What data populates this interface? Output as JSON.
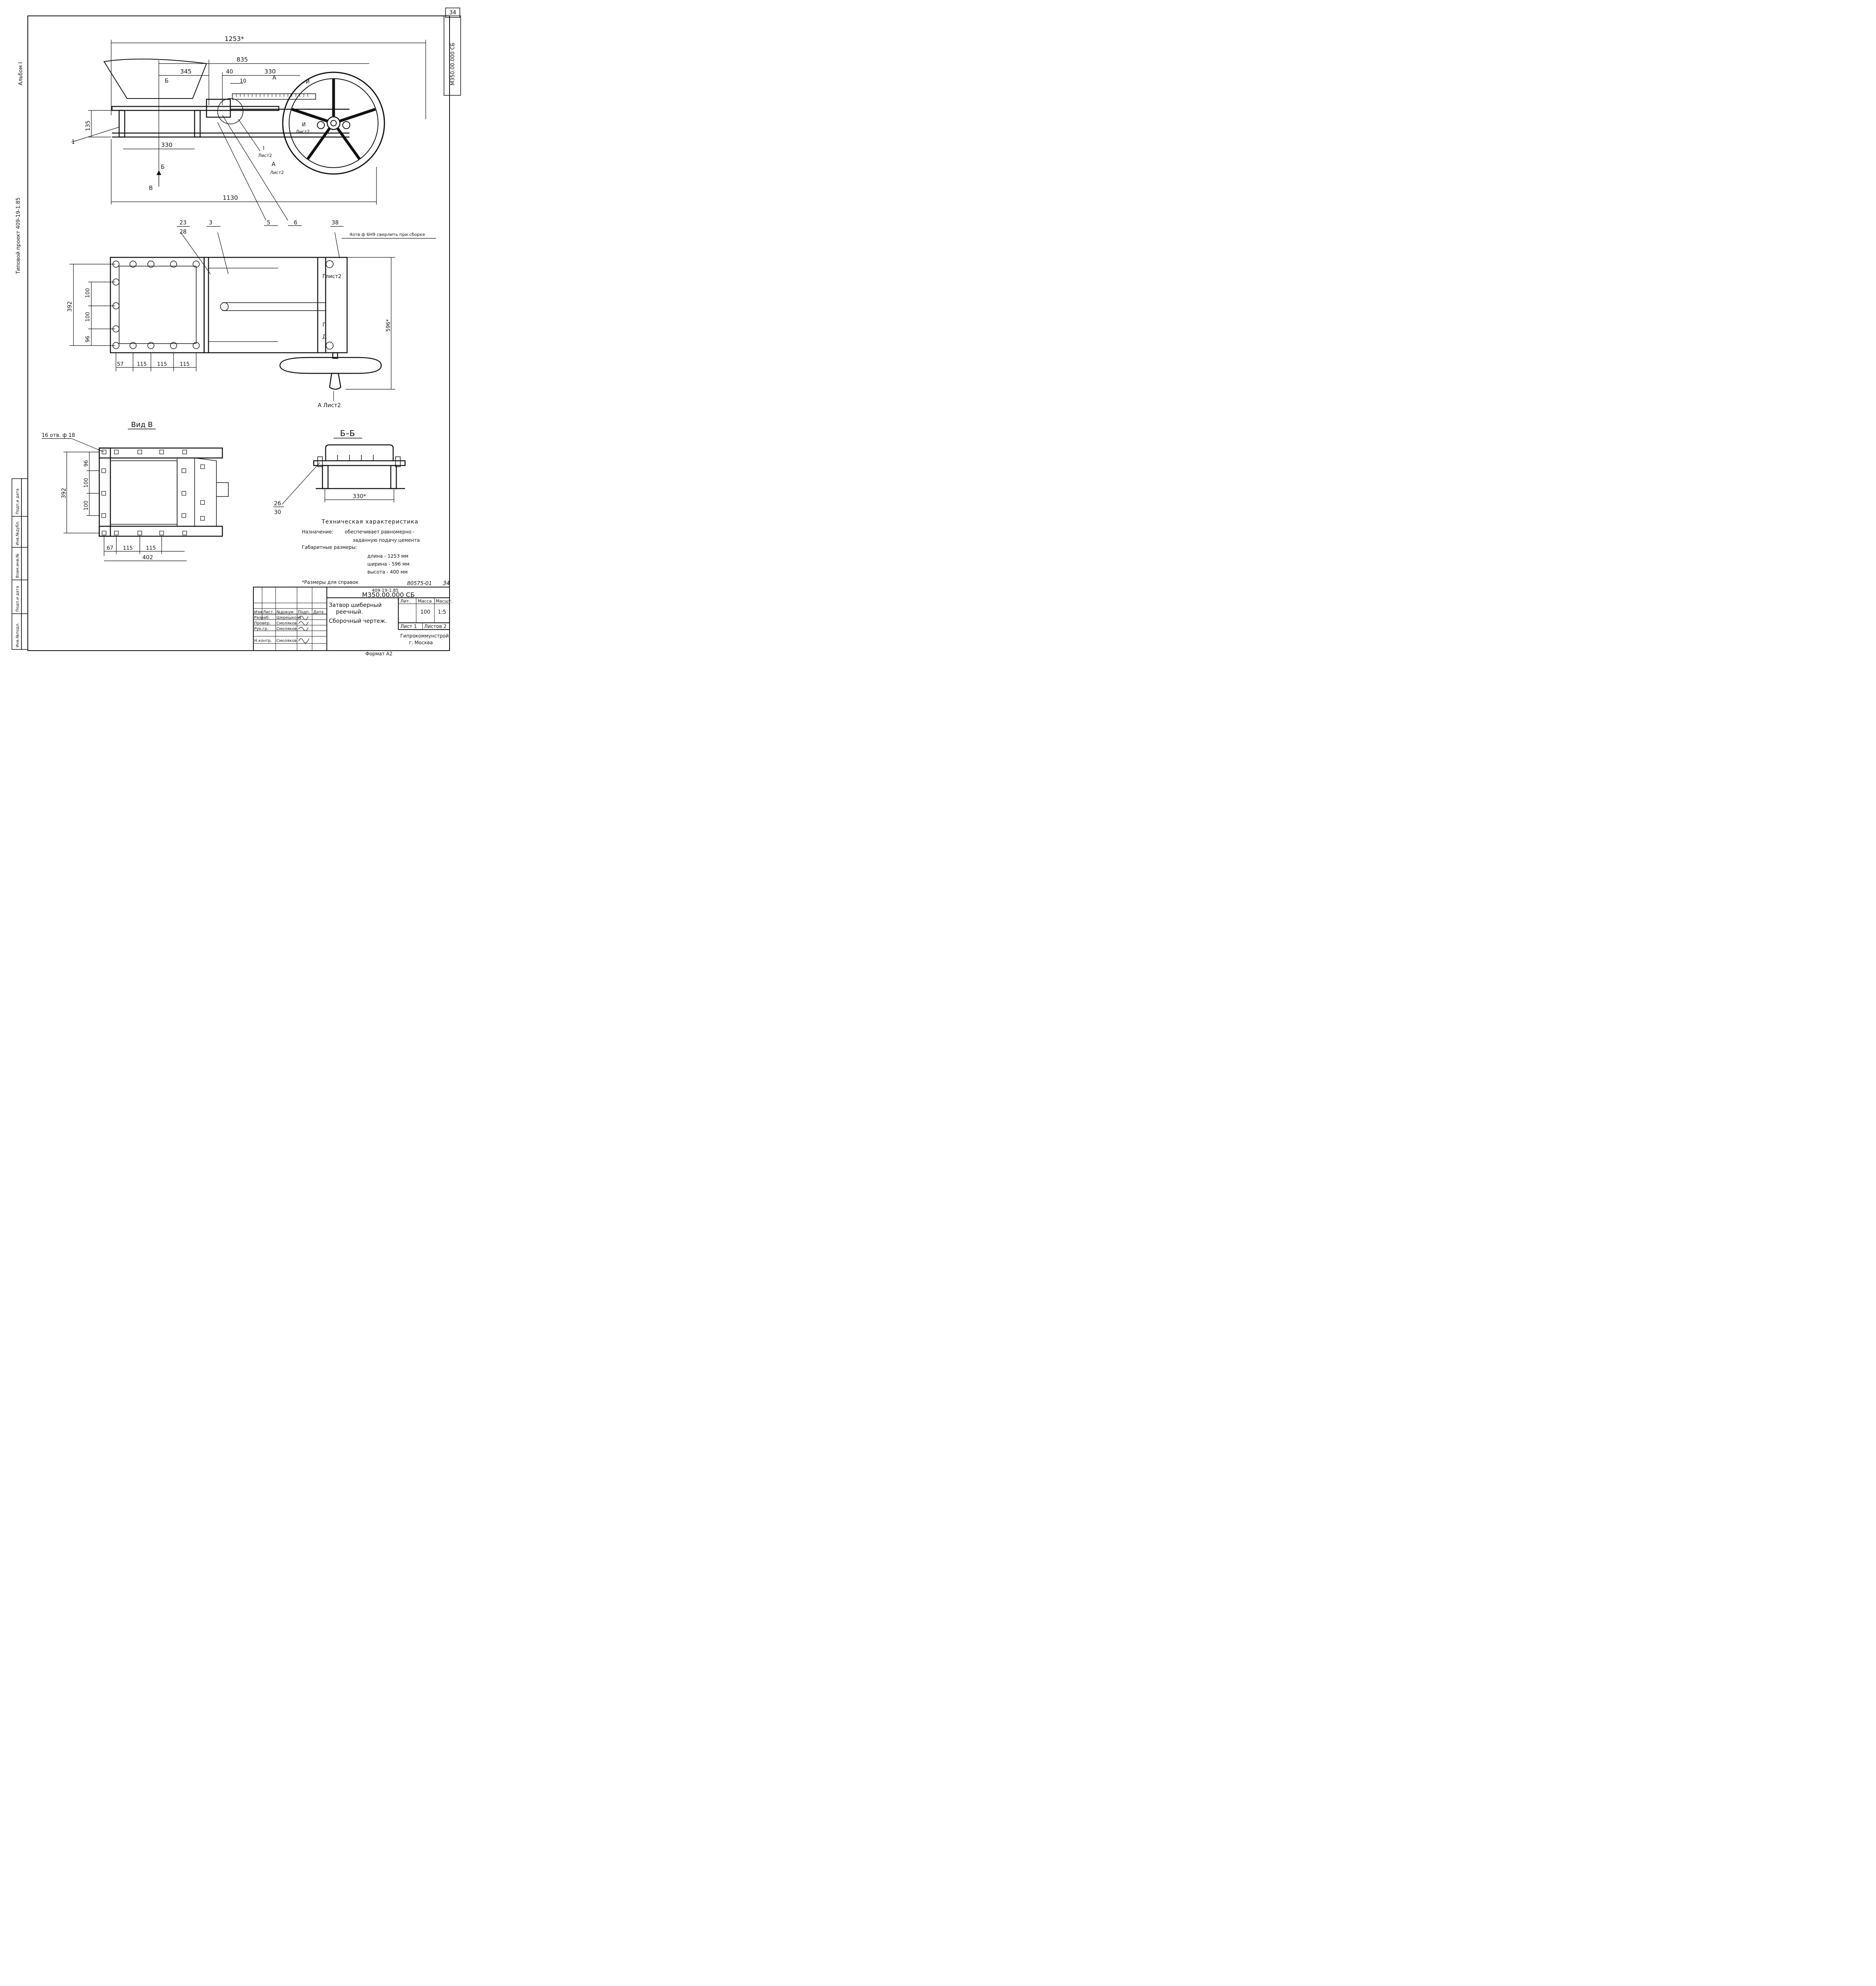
{
  "sheet_number": "34",
  "side_texts": {
    "album": "Альбом I",
    "project": "Типовой проект 409-19-1.85",
    "stamp_code": "М350.00.000 СБ"
  },
  "top_view": {
    "dims": [
      "1253*",
      "835",
      "345",
      "40",
      "330",
      "10",
      "135",
      "330",
      "1130"
    ],
    "section_b": "Б",
    "section_a": "А",
    "view_i": "И",
    "ref_i": "I",
    "ref_list2": "Лист2",
    "arrow_v": "В",
    "callouts": [
      "1",
      "5",
      "6"
    ]
  },
  "plan_view": {
    "callouts": [
      "23",
      "28",
      "3",
      "38"
    ],
    "note_holes": "4отв ф 6Н9 сверлить при сборке",
    "dims_vertical": [
      "392",
      "100",
      "100",
      "96"
    ],
    "dims_horizontal": [
      "57",
      "115",
      "115",
      "115"
    ],
    "dim_596": "596*",
    "g_list2": "Глист2",
    "g": "Г",
    "d": "Д",
    "a_list2": "А Лист2"
  },
  "view_v": {
    "title": "Вид В",
    "holes": "16 отв. ф 18",
    "dims_vertical": [
      "392",
      "96",
      "100",
      "100"
    ],
    "dims_horizontal": [
      "67",
      "115",
      "115",
      "402"
    ]
  },
  "section_bb": {
    "title": "Б–Б",
    "dim": "330*",
    "callouts": [
      "26",
      "30"
    ]
  },
  "tech": {
    "title": "Техническая характеристика",
    "purpose_label": "Назначение:",
    "purpose_line1": "обеспечивает равномерно -",
    "purpose_line2": "заданную подачу цемента",
    "size_label": "Габаритные размеры:",
    "length": "длина  -  1253 мм",
    "width": "ширина  -  596 мм",
    "height": "высота  -  400 мм",
    "note": "*Размеры для справок"
  },
  "title_block": {
    "ref_number": "80575-01",
    "page": "34",
    "project_number": "409-19-1.85",
    "doc_code": "М350.00.000 СБ",
    "name_line1": "Затвор шиберный",
    "name_line2": "реечный.",
    "name_line3": "Сборочный чертеж.",
    "hdr_cols": [
      "Изм",
      "Лист",
      "№докум",
      "Подп.",
      "Дата"
    ],
    "roles": [
      {
        "role": "Разраб.",
        "name": "Шерешкова"
      },
      {
        "role": "Провер.",
        "name": "Смоляков"
      },
      {
        "role": "Рук.гр.",
        "name": "Смоляков"
      },
      {
        "role": "Н.контр.",
        "name": "Смоляков"
      }
    ],
    "lit_label": "Лит.",
    "mass_label": "Масса",
    "scale_label": "Масшт.",
    "mass": "100",
    "scale": "1:5",
    "sheet_label": "Лист 1",
    "sheets_label": "Листов 2",
    "org_line1": "Гипрокоммунстрой",
    "org_line2": "г. Москва"
  },
  "left_strip": [
    "Инв.№подл.",
    "Подп.и дата",
    "Взам.инв.№",
    "Инв.№дубл.",
    "Подп.и дата"
  ],
  "format": "Формат А2"
}
